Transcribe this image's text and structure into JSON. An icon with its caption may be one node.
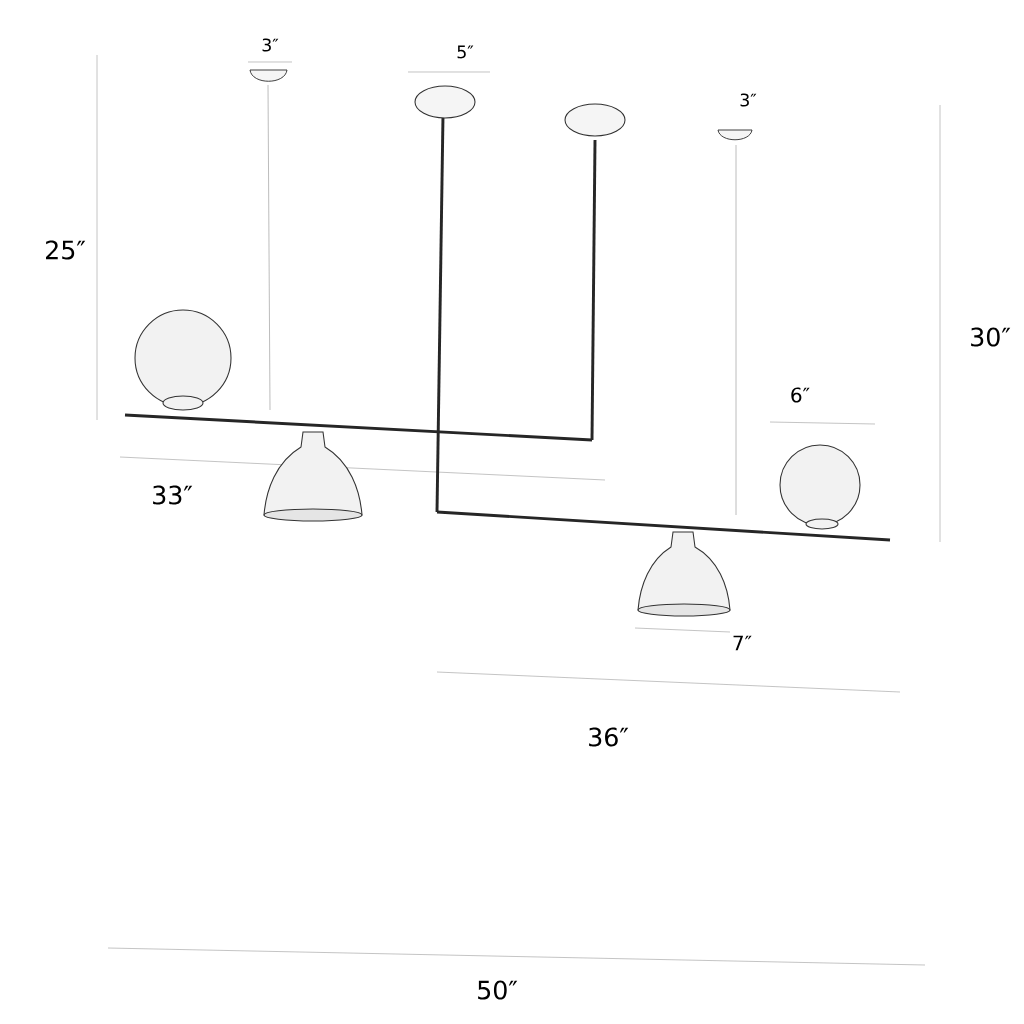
{
  "diagram": {
    "labels": [
      "3″",
      "5″",
      "3″",
      "25″",
      "30″",
      "6″",
      "33″",
      "7″",
      "36″",
      "50″"
    ]
  }
}
